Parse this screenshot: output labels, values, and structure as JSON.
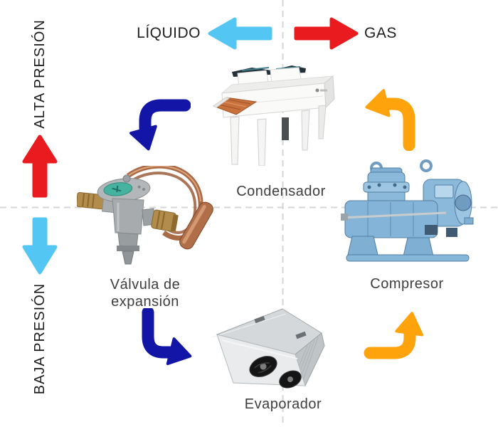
{
  "colors": {
    "red": "#e91b1e",
    "cyan": "#53c6f3",
    "navy": "#1215a6",
    "orange": "#ffa30d",
    "dash": "#d6d6d6",
    "label": "#1e1e1e",
    "complabel": "#3e3e3e"
  },
  "pressure_zones": {
    "high": "ALTA PRESIÓN",
    "low": "BAJA PRESIÓN"
  },
  "states": {
    "liquid": "LÍQUIDO",
    "gas": "GAS"
  },
  "components": {
    "condenser": {
      "label": "Condensador"
    },
    "compressor": {
      "label": "Compresor"
    },
    "expansion_valve": {
      "label": "Válvula de expansión"
    },
    "evaporator": {
      "label": "Evaporador"
    }
  },
  "arrows": {
    "liquid_flow": {
      "direction": "left",
      "color": "cyan"
    },
    "gas_flow": {
      "direction": "right",
      "color": "red"
    },
    "high_pressure_side": {
      "direction": "up",
      "color": "red"
    },
    "low_pressure_side": {
      "direction": "down",
      "color": "cyan"
    },
    "condenser_to_valve": {
      "direction": "down-left",
      "color": "navy"
    },
    "valve_to_evaporator": {
      "direction": "down-right",
      "color": "navy"
    },
    "evaporator_to_compressor": {
      "direction": "up",
      "color": "orange"
    },
    "compressor_to_condenser": {
      "direction": "up-left",
      "color": "orange"
    }
  }
}
